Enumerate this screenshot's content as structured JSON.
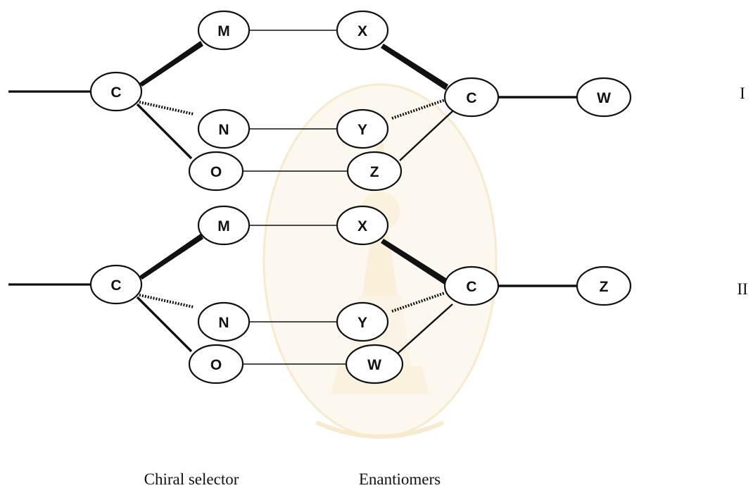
{
  "rows": [
    {
      "label": "I",
      "nodes": {
        "c_left": "C",
        "m": "M",
        "n": "N",
        "o": "O",
        "x": "X",
        "y": "Y",
        "z": "Z",
        "c_right": "C",
        "tail": "W"
      }
    },
    {
      "label": "II",
      "nodes": {
        "c_left": "C",
        "m": "M",
        "n": "N",
        "o": "O",
        "x": "X",
        "y": "Y",
        "z": "W",
        "c_right": "C",
        "tail": "Z"
      }
    }
  ],
  "captions": {
    "left": "Chiral selector",
    "right": "Enantiomers"
  },
  "colors": {
    "line": "#111111",
    "node_fill": "#ffffff",
    "watermark": "#f1d9a6"
  }
}
